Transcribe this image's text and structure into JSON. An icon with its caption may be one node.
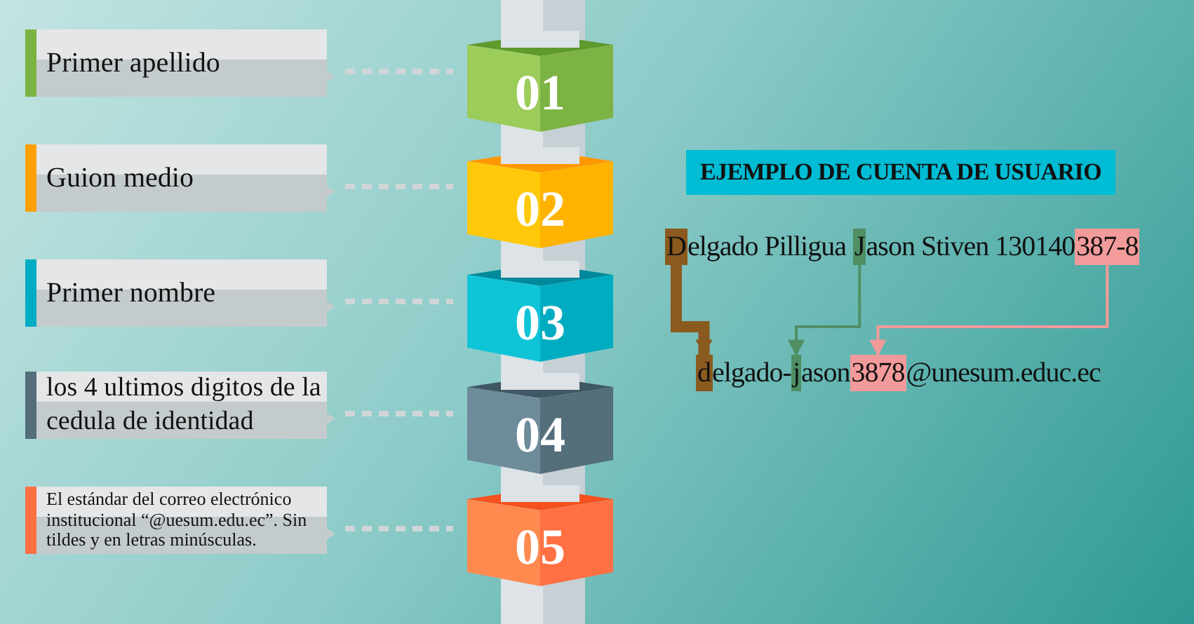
{
  "diagram": {
    "nodes": [
      {
        "text": [
          "Primer apellido"
        ]
      },
      {
        "text": [
          "Guion medio"
        ]
      },
      {
        "text": [
          "Primer nombre"
        ]
      },
      {
        "text": [
          "los 4 ultimos digitos de la cedula de identidad"
        ]
      },
      {
        "text": [
          "El estándar del correo electrónico institucional “@uesum.edu.ec”. Sin tildes y en letras minúsculas."
        ]
      },
      {
        "text": [
          "01"
        ]
      },
      {
        "text": [
          "02"
        ]
      },
      {
        "text": [
          "03"
        ]
      },
      {
        "text": [
          "04"
        ]
      },
      {
        "text": [
          "05"
        ]
      },
      {
        "text": [
          "EJEMPLO DE CUENTA DE USUARIO"
        ]
      },
      {
        "text": [
          "D"
        ]
      },
      {
        "text": [
          "J"
        ]
      },
      {
        "text": [
          "387-8"
        ]
      },
      {
        "text": [
          "d"
        ]
      },
      {
        "text": [
          "j"
        ]
      },
      {
        "text": [
          "3878"
        ]
      }
    ],
    "edges": [
      {
        "from": 0,
        "to": 5,
        "arrow": "none",
        "style": "dashed"
      },
      {
        "from": 1,
        "to": 6,
        "arrow": "none",
        "style": "dashed"
      },
      {
        "from": 2,
        "to": 7,
        "arrow": "none",
        "style": "dashed"
      },
      {
        "from": 3,
        "to": 8,
        "arrow": "none",
        "style": "dashed"
      },
      {
        "from": 4,
        "to": 9,
        "arrow": "none",
        "style": "dashed"
      },
      {
        "from": 11,
        "to": 14,
        "arrow": "to",
        "style": "thick",
        "color": "#8b5a1e"
      },
      {
        "from": 12,
        "to": 15,
        "arrow": "to",
        "color": "#4f8f63"
      },
      {
        "from": 13,
        "to": 16,
        "arrow": "to",
        "color": "#f39a9a"
      }
    ],
    "labels": [
      "elgado Pilligua",
      "ason Stiven 130140",
      "elgado-",
      "ason",
      "@unesum.educ.ec"
    ]
  }
}
